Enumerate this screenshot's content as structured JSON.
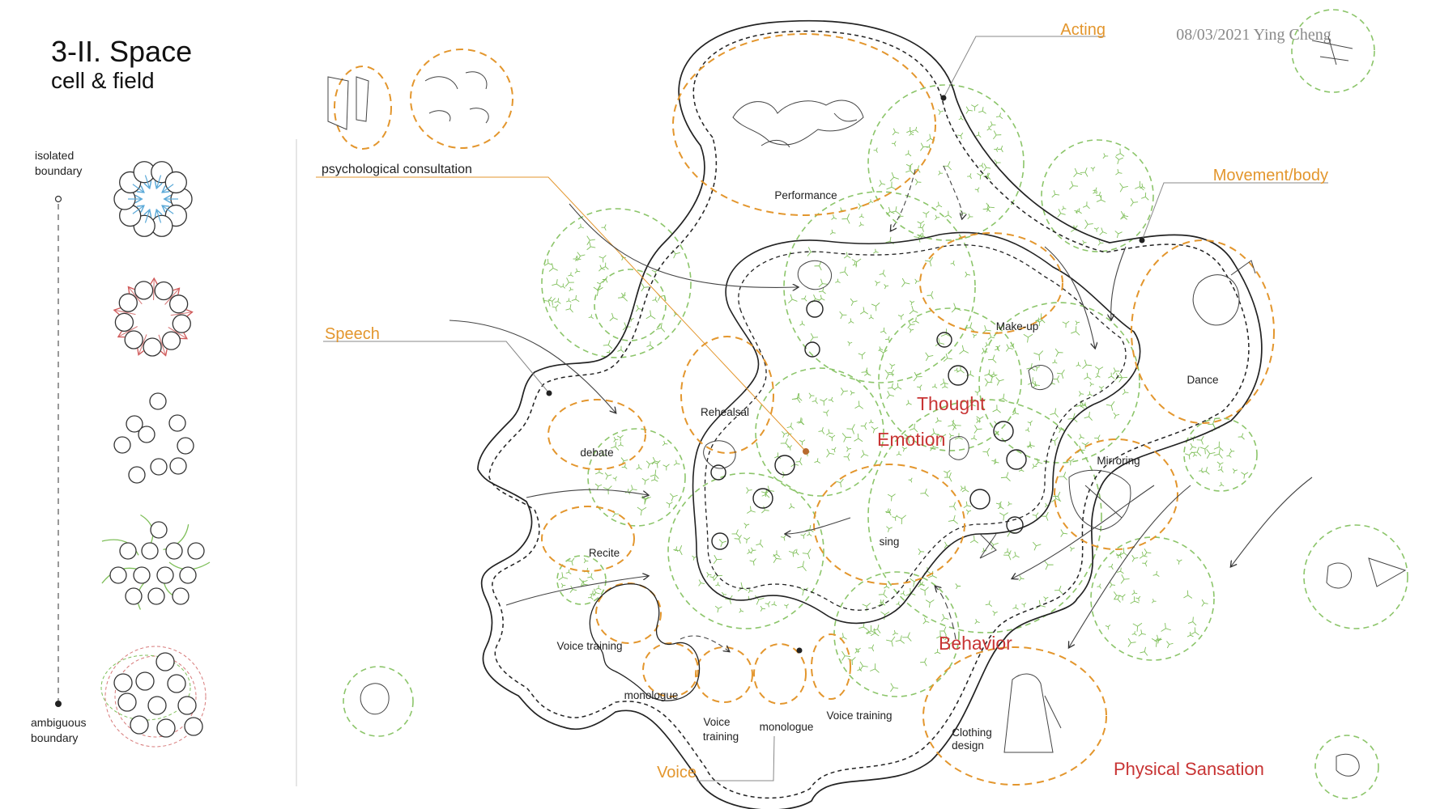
{
  "header": {
    "title": "3-II. Space",
    "subtitle": "cell & field",
    "date_author": "08/03/2021 Ying Cheng"
  },
  "boundary_scale": {
    "top_label_line1": "isolated",
    "top_label_line2": "boundary",
    "bottom_label_line1": "ambiguous",
    "bottom_label_line2": "boundary"
  },
  "categories": {
    "acting": "Acting",
    "movement": "Movement/body",
    "speech": "Speech",
    "voice": "Voice",
    "physical": "Physical Sansation"
  },
  "core": {
    "thought": "Thought",
    "emotion": "Emotion",
    "behavior": "Behavior"
  },
  "spaces": {
    "consultation": "psychological consultation",
    "performance": "Performance",
    "makeup": "Make-up",
    "dance": "Dance",
    "rehearsal": "Rehealsal",
    "debate": "debate",
    "recite": "Recite",
    "voice_training_1": "Voice training",
    "monologue_1": "monologue",
    "voice_training_2_line1": "Voice",
    "voice_training_2_line2": "training",
    "monologue_2": "monologue",
    "voice_training_3": "Voice training",
    "sing": "sing",
    "mirroring": "Mirroring",
    "clothing_line1": "Clothing",
    "clothing_line2": "design"
  },
  "colors": {
    "orange": "#e3962d",
    "red": "#c83434",
    "green": "#7fbf5a",
    "blue": "#5aa9d8",
    "pink": "#d77a7a"
  }
}
